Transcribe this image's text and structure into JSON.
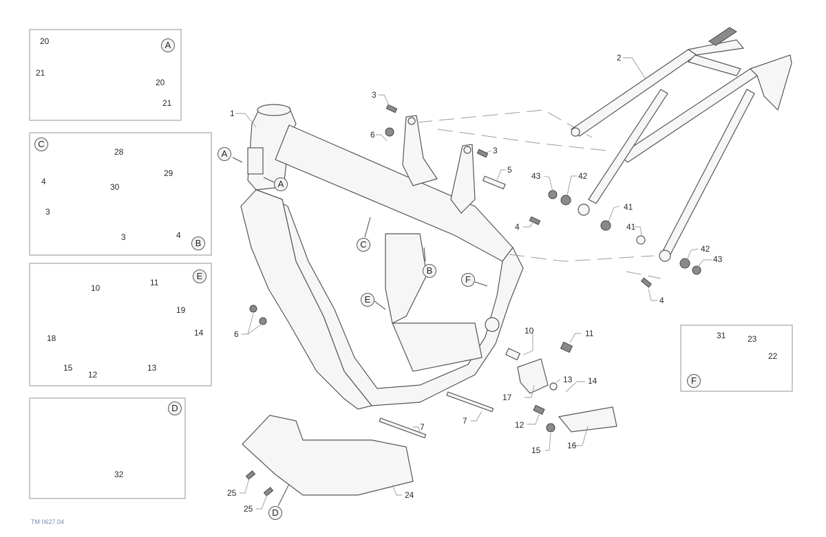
{
  "document": {
    "title": "Frame exploded parts diagram",
    "drawing_code": "TM 0627.04"
  },
  "insets": {
    "A": {
      "letter": "A",
      "labels": [
        "20",
        "21",
        "20",
        "21"
      ]
    },
    "C_B": {
      "letter_top": "C",
      "letter_bottom": "B",
      "labels": [
        "28",
        "4",
        "3",
        "29",
        "30",
        "3",
        "4"
      ]
    },
    "E": {
      "letter": "E",
      "labels": [
        "10",
        "11",
        "19",
        "18",
        "14",
        "15",
        "12",
        "13"
      ]
    },
    "D": {
      "letter": "D",
      "labels": [
        "32"
      ]
    },
    "F": {
      "letter": "F",
      "labels": [
        "31",
        "23",
        "22"
      ]
    }
  },
  "main": {
    "callouts": [
      "A",
      "A",
      "C",
      "B",
      "E",
      "F",
      "D"
    ],
    "part_labels": [
      "1",
      "2",
      "3",
      "6",
      "3",
      "5",
      "43",
      "42",
      "4",
      "41",
      "41",
      "42",
      "43",
      "4",
      "6",
      "10",
      "11",
      "13",
      "14",
      "17",
      "12",
      "7",
      "15",
      "16",
      "7",
      "25",
      "25",
      "24"
    ]
  }
}
